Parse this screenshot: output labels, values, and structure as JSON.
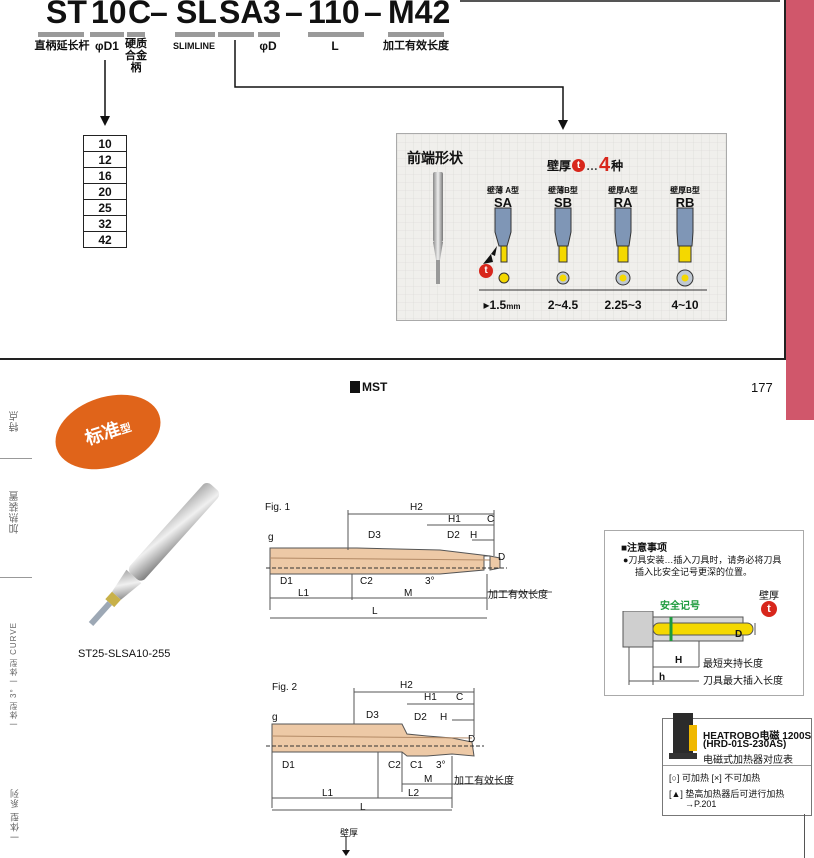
{
  "code": {
    "p1": "ST",
    "p2": "10",
    "p3": "C",
    "dash1": "–",
    "p4": "SL",
    "p5": "SA",
    "p6": "3",
    "dash2": "–",
    "p7": "110",
    "dash3": "–",
    "p8": "M42",
    "cap_straight": "直柄延长杆",
    "cap_d1": "φD1",
    "cap_hard1": "硬质",
    "cap_hard2": "合金柄",
    "cap_slim": "SLIMLINE",
    "cap_d": "φD",
    "cap_l": "L",
    "cap_eff": "加工有效长度"
  },
  "diameters": [
    "10",
    "12",
    "16",
    "20",
    "25",
    "32",
    "42"
  ],
  "tip_box": {
    "title": "前端形状",
    "wall_label": "壁厚",
    "t_mark": "t",
    "dots": "…",
    "count": "4",
    "count_unit": "种",
    "tips": [
      {
        "label": "壁薄 A型",
        "code": "SA",
        "range": "1.5",
        "unit": "mm"
      },
      {
        "label": "壁薄B型",
        "code": "SB",
        "range": "2~4.5"
      },
      {
        "label": "壁厚A型",
        "code": "RA",
        "range": "2.25~3"
      },
      {
        "label": "壁厚B型",
        "code": "RB",
        "range": "4~10"
      }
    ]
  },
  "footer": {
    "brand": "MST",
    "page": "177"
  },
  "sidebar": [
    "特点",
    "加热装置",
    "一体型 3°  一体型 CURVE",
    "一体型 系列"
  ],
  "badge": {
    "main": "标准",
    "sub": "型"
  },
  "product_caption": "ST25-SLSA10-255",
  "fig1": {
    "title": "Fig. 1",
    "labels": {
      "g": "g",
      "h2": "H2",
      "h1": "H1",
      "c": "C",
      "d3": "D3",
      "d2": "D2",
      "h": "H",
      "d": "D",
      "d1": "D1",
      "c2": "C2",
      "angle": "3°",
      "l1": "L1",
      "m": "M",
      "l": "L",
      "eff": "加工有效长度"
    }
  },
  "fig2": {
    "title": "Fig. 2",
    "labels": {
      "g": "g",
      "h2": "H2",
      "h1": "H1",
      "c": "C",
      "d3": "D3",
      "d2": "D2",
      "h": "H",
      "d": "D",
      "d1": "D1",
      "c2": "C2",
      "c1": "C1",
      "angle": "3°",
      "m": "M",
      "l1": "L1",
      "l2": "L2",
      "l": "L",
      "eff": "加工有效长度"
    }
  },
  "notice": {
    "title": "■注意事项",
    "line1": "●刀具安装…插入刀具时，请务必将刀具",
    "line2": "插入比安全记号更深的位置。",
    "safe_mark": "安全记号",
    "wall": "壁厚",
    "t_mark": "t",
    "d": "D",
    "h_upper": "H",
    "h_lower": "h",
    "min_hold": "最短夹持长度",
    "max_insert": "刀具最大插入长度"
  },
  "heatrobo": {
    "l1": "HEATROBO电磁 1200S",
    "l2": "(HRD-01S-230AS)",
    "l3": "电磁式加热器对应表",
    "l4": "[○] 可加热  [×] 不可加热",
    "l5": "[▲] 垫高加热器后可进行加热",
    "l6": "→P.201"
  },
  "bottom_label": "壁厚",
  "colors": {
    "accent_red": "#d0576b",
    "badge_orange": "#e0641a",
    "tip_yellow": "#f4d800",
    "holder_orange": "#e7b47c",
    "green": "#1c9a3c",
    "t_red": "#d8271c"
  }
}
